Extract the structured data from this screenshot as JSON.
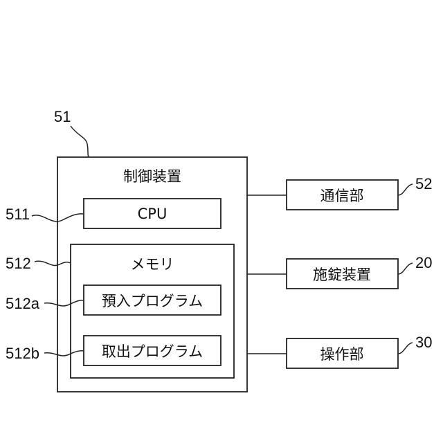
{
  "control_device": {
    "ref": "51",
    "label": "制御装置"
  },
  "cpu": {
    "ref": "511",
    "label": "CPU"
  },
  "memory": {
    "ref": "512",
    "label": "メモリ"
  },
  "deposit_program": {
    "ref": "512a",
    "label": "預入プログラム"
  },
  "withdraw_program": {
    "ref": "512b",
    "label": "取出プログラム"
  },
  "communication_unit": {
    "ref": "52",
    "label": "通信部"
  },
  "lock_device": {
    "ref": "20",
    "label": "施錠装置"
  },
  "operation_unit": {
    "ref": "30",
    "label": "操作部"
  }
}
